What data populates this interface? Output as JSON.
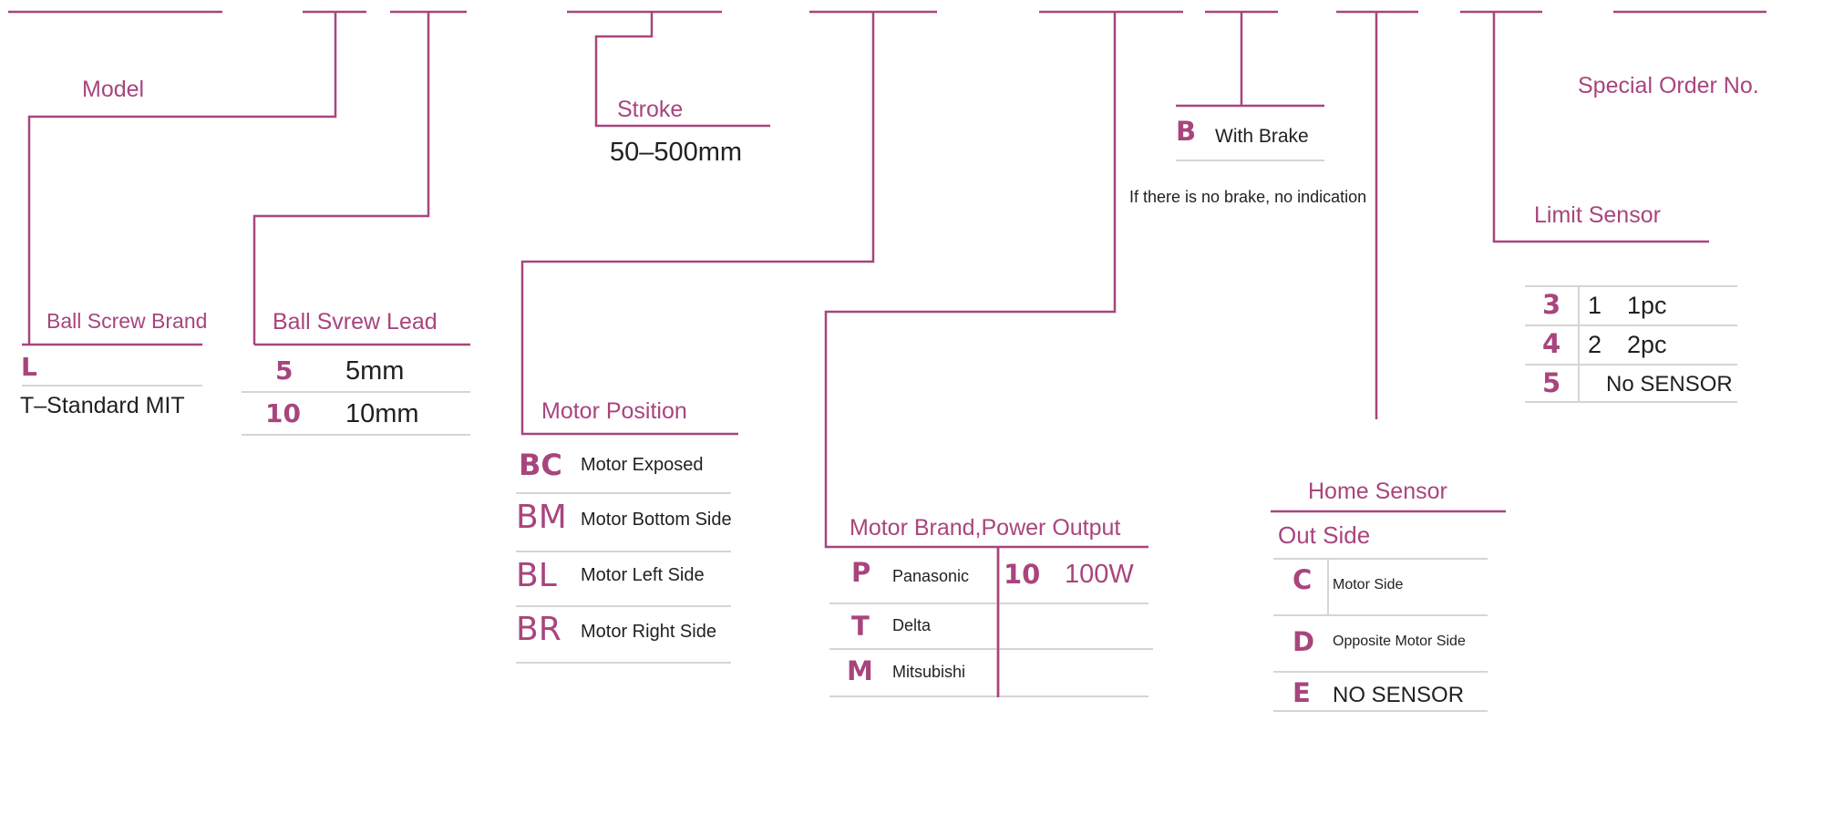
{
  "colors": {
    "accent": "#a8457d",
    "divider": "#d5d5d5",
    "text": "#231f20"
  },
  "model": {
    "title": "Model"
  },
  "ball_screw_brand": {
    "title": "Ball Screw Brand",
    "code": "L",
    "description": "T–Standard MIT"
  },
  "ball_screw_lead": {
    "title": "Ball Svrew Lead",
    "options": [
      {
        "code": "5",
        "label": "5mm"
      },
      {
        "code": "10",
        "label": "10mm"
      }
    ]
  },
  "stroke": {
    "title": "Stroke",
    "range": "50–500mm"
  },
  "motor_position": {
    "title": "Motor Position",
    "options": [
      {
        "code": "BC",
        "label": "Motor Exposed"
      },
      {
        "code": "BM",
        "label": "Motor Bottom Side"
      },
      {
        "code": "BL",
        "label": "Motor Left Side"
      },
      {
        "code": "BR",
        "label": "Motor Right Side"
      }
    ]
  },
  "motor_brand": {
    "title": "Motor Brand,Power Output",
    "brands": [
      {
        "code": "P",
        "label": "Panasonic"
      },
      {
        "code": "T",
        "label": "Delta"
      },
      {
        "code": "M",
        "label": "Mitsubishi"
      }
    ],
    "power": {
      "code": "10",
      "label": "100W"
    }
  },
  "brake": {
    "code": "B",
    "label": "With Brake",
    "note": "If there is no brake, no indication"
  },
  "home_sensor": {
    "title": "Home Sensor",
    "subtitle": "Out Side",
    "options": [
      {
        "code": "C",
        "label": "Motor Side"
      },
      {
        "code": "D",
        "label": "Opposite Motor Side"
      },
      {
        "code": "E",
        "label": "NO SENSOR"
      }
    ]
  },
  "limit_sensor": {
    "title": "Limit Sensor",
    "options": [
      {
        "code": "3",
        "count": "1",
        "label": "1pc"
      },
      {
        "code": "4",
        "count": "2",
        "label": "2pc"
      },
      {
        "code": "5",
        "count": "",
        "label": "No SENSOR"
      }
    ]
  },
  "special_order": {
    "title": "Special Order No."
  }
}
